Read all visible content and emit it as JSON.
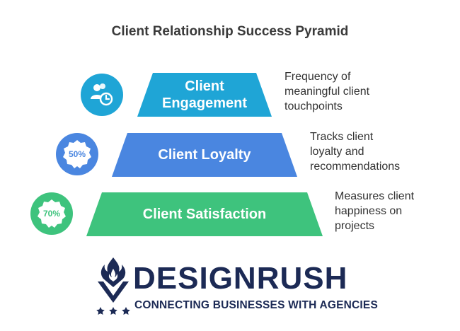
{
  "title": "Client Relationship Success Pyramid",
  "tiers": [
    {
      "label_lines": [
        "Client",
        "Engagement"
      ],
      "description_lines": [
        "Frequency of",
        "meaningful client",
        "touchpoints"
      ],
      "icon": "users-clock-icon",
      "color": "#1fa5d6"
    },
    {
      "label_lines": [
        "Client Loyalty"
      ],
      "description_lines": [
        "Tracks client",
        "loyalty and",
        "recommendations"
      ],
      "icon": "percent-badge-icon",
      "badge_text": "50%",
      "color": "#4a86e0"
    },
    {
      "label_lines": [
        "Client Satisfaction"
      ],
      "description_lines": [
        "Measures client",
        "happiness on",
        "projects"
      ],
      "icon": "percent-badge-icon",
      "badge_text": "70%",
      "color": "#3ec37d"
    }
  ],
  "logo": {
    "name": "DESIGNRUSH",
    "tagline": "CONNECTING BUSINESSES WITH AGENCIES",
    "color": "#1c2a55"
  }
}
